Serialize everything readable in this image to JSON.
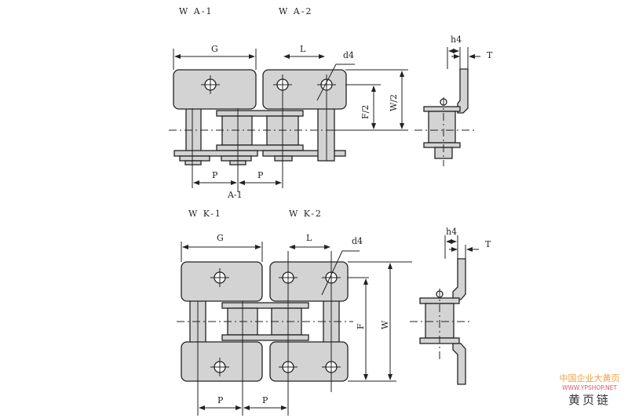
{
  "top": {
    "title_1": "W A-1",
    "title_2": "W A-2",
    "dim_g": "G",
    "dim_l": "L",
    "dim_d4": "d4",
    "dim_f_half": "F/2",
    "dim_w_half": "W/2",
    "dim_p1": "P",
    "dim_p2": "P",
    "dim_a1": "A-1",
    "side_h4": "h4",
    "side_t": "T"
  },
  "bottom": {
    "title_1": "W K-1",
    "title_2": "W K-2",
    "dim_g": "G",
    "dim_l": "L",
    "dim_d4": "d4",
    "dim_f": "F",
    "dim_w": "W",
    "dim_p1": "P",
    "dim_p2": "P",
    "side_h4": "h4",
    "side_t": "T"
  },
  "watermark": {
    "line1": "中国企业大黄页",
    "line2": "WWW.YPSHOP.NET",
    "line3": "黄页链"
  }
}
